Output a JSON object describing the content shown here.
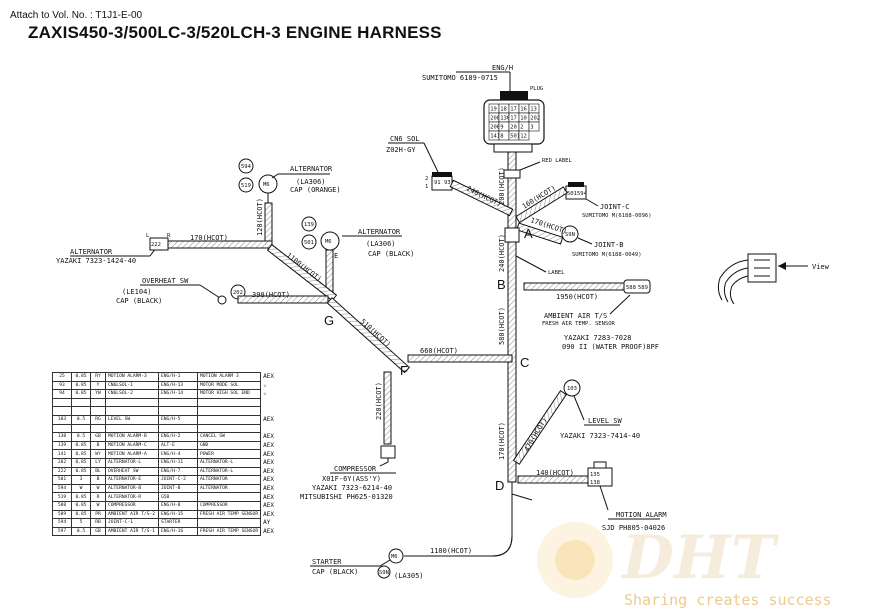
{
  "header": {
    "attach": "Attach to Vol. No. : T1J1-E-00",
    "title": "ZAXIS450-3/500LC-3/520LCH-3 ENGINE HARNESS"
  },
  "connectors": {
    "eng_h": {
      "name": "ENG/H",
      "part": "SUMITOMO 6189-0715",
      "plug": "PLUG",
      "pins": [
        "19",
        "18",
        "17",
        "16",
        "13",
        "208",
        "136",
        "17",
        "10",
        "202",
        "206",
        "9",
        "20",
        "2",
        "3",
        "141",
        "8",
        "501",
        "12"
      ]
    },
    "red_label": "RED LABEL",
    "cn6_sol": {
      "name": "CN6 SOL",
      "part": "Z02H-GY",
      "pins": [
        "2",
        "1",
        "91",
        "93"
      ]
    },
    "alternator_top": {
      "name": "ALTERNATOR",
      "part": "(LA306)",
      "cap": "CAP (ORANGE)",
      "pins": [
        "594",
        "519"
      ],
      "code": "M6"
    },
    "alternator_mid": {
      "name": "ALTERNATOR",
      "part": "(LA306)",
      "cap": "CAP (BLACK)",
      "pins": [
        "139",
        "501"
      ],
      "code": "M6",
      "tag": "E"
    },
    "alternator_left": {
      "name": "ALTERNATOR",
      "part": "YAZAKI 7323-1424-40",
      "pins": [
        "L",
        "R"
      ],
      "code": "222"
    },
    "overheat_sw": {
      "name": "OVERHEAT SW",
      "part": "(LE104)",
      "cap": "CAP (BLACK)",
      "code": "202"
    },
    "joint_c": {
      "name": "JOINT-C",
      "part": "SUMITOMO M(6188-0096)",
      "pins": [
        "501",
        "594"
      ]
    },
    "joint_b": {
      "name": "JOINT-B",
      "part": "SUMITOMO M(6188-0049)",
      "code": "S9N"
    },
    "label": "LABEL",
    "ambient": {
      "name": "AMBIENT AIR T/S",
      "desc": "FRESH AIR TEMP. SENSOR",
      "part": "YAZAKI 7283-7028",
      "series": "090 II (WATER PROOF)8PF",
      "pins": [
        "588",
        "589"
      ]
    },
    "level_sw": {
      "name": "LEVEL SW",
      "part": "YAZAKI 7323-7414-40",
      "code": "103"
    },
    "compressor": {
      "name": "COMPRESSOR",
      "part1": "X01F-6Y(ASS'Y)",
      "part2": "YAZAKI 7323-6214-40",
      "part3": "MITSUBISHI PH625-01320"
    },
    "motion_alarm": {
      "name": "MOTION ALARM",
      "part": "SJD PH805-04026",
      "pins": [
        "135",
        "138"
      ]
    },
    "starter": {
      "name": "STARTER",
      "cap": "CAP (BLACK)",
      "part": "(LA305)",
      "code": "M6",
      "pin": "S9N"
    },
    "view": "View"
  },
  "segments": {
    "s200": "200(HCOT)",
    "s240a": "240(HCOT)",
    "s160": "160(HCOT)",
    "s170a": "170(HCOT)",
    "s240b": "240(HCOT)",
    "s120": "120(HCOT)",
    "s170b": "170(HCOT)",
    "s1100a": "1100(HCOT)",
    "s390": "390(HCOT)",
    "s510": "510(HCOT)",
    "s1950": "1950(HCOT)",
    "s580": "580(HCOT)",
    "s660": "660(HCOT)",
    "s220": "220(HCOT)",
    "s470": "470(HCOT)",
    "s170c": "170(HCOT)",
    "s140": "140(HCOT)",
    "s1100b": "1100(HCOT)"
  },
  "branches": [
    "A",
    "B",
    "C",
    "D",
    "F",
    "G"
  ],
  "wire_table": [
    [
      "25",
      "0.85",
      "RY",
      "MOTION ALARM-3",
      "ENG/H-1",
      "MOTION ALARM 3",
      "AEX"
    ],
    [
      "93",
      "0.85",
      "Y",
      "CN6LSOL-1",
      "ENG/H-13",
      "MOTOR MODE SOL",
      "☆"
    ],
    [
      "94",
      "0.85",
      "YW",
      "CN6LSOL-2",
      "ENG/H-14",
      "MOTOR HIGH SOL END",
      "☆"
    ],
    [
      "",
      "",
      "",
      "",
      "",
      "",
      ""
    ],
    [
      "",
      "",
      "",
      "",
      "",
      "",
      ""
    ],
    [
      "103",
      "0.5",
      "RG",
      "LEVEL SW",
      "ENG/H-5",
      "",
      "AEX"
    ],
    [
      "",
      "",
      "",
      "",
      "",
      "",
      ""
    ],
    [
      "138",
      "0.5",
      "GB",
      "MOTION ALARM-B",
      "ENG/H-2",
      "CANCEL SW",
      "AEX"
    ],
    [
      "139",
      "0.85",
      "B",
      "MOTION ALARM-C",
      "ALT-E",
      "GND",
      "AEX"
    ],
    [
      "141",
      "0.85",
      "WY",
      "MOTION ALARM-A",
      "ENG/H-4",
      "POWER",
      "AEX"
    ],
    [
      "202",
      "0.85",
      "LY",
      "ALTERNATOR-L",
      "ENG/H-11",
      "ALTERNATOR-L",
      "AEX"
    ],
    [
      "222",
      "0.85",
      "BL",
      "OVERHEAT SW",
      "ENG/H-7",
      "ALTERNATOR-L",
      "AEX"
    ],
    [
      "501",
      "3",
      "B",
      "ALTERNATOR-E",
      "JOINT-C-2",
      "ALTERNATOR",
      "AEX"
    ],
    [
      "594",
      "W",
      "W",
      "ALTERNATOR-B",
      "JOINT-B",
      "ALTERNATOR",
      "AEX"
    ],
    [
      "519",
      "0.85",
      "R",
      "ALTERNATOR-R",
      "G5B",
      "",
      "AEX"
    ],
    [
      "588",
      "0.85",
      "W",
      "COMPRESSOR",
      "ENG/H-8",
      "COMPRESSOR",
      "AEX"
    ],
    [
      "589",
      "0.85",
      "PR",
      "AMBIENT AIR T/S-2",
      "ENG/H-15",
      "FRESH AIR TEMP SENSOR",
      "AEX"
    ],
    [
      "594",
      "5",
      "RB",
      "JOINT-C-1",
      "STARTER",
      "",
      "AY"
    ],
    [
      "597",
      "0.5",
      "GB",
      "AMBIENT AIR T/S-1",
      "ENG/H-16",
      "FRESH AIR TEMP SENSOR",
      "AEX"
    ]
  ],
  "watermark": {
    "logo": "DHT",
    "slogan": "Sharing creates success"
  }
}
